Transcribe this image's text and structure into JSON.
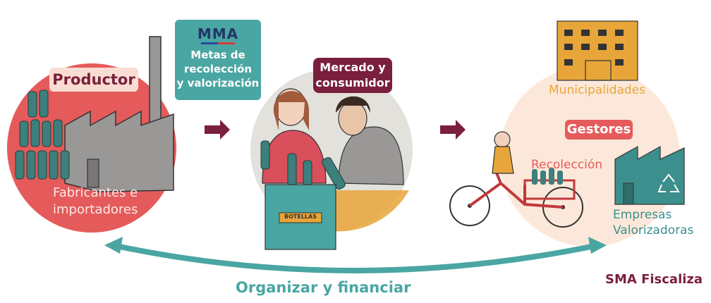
{
  "productor": {
    "title": "Productor",
    "subtitle_line1": "Fabricantes e",
    "subtitle_line2": "importadores"
  },
  "mma": {
    "logo": "MMA",
    "line1": "Metas de",
    "line2": "recolección",
    "line3": "y valorización"
  },
  "mercado": {
    "line1": "Mercado y",
    "line2": "consumidor",
    "box_label": "BOTELLAS"
  },
  "gestores": {
    "title": "Gestores",
    "municipalidades": "Municipalidades",
    "recoleccion": "Recolección",
    "empresas_line1": "Empresas",
    "empresas_line2": "Valorizadoras"
  },
  "footer": {
    "organizar": "Organizar y financiar",
    "sma": "SMA Fiscaliza"
  },
  "colors": {
    "productor_circle": "#e55b5b",
    "mercado_circle": "#e3e1dc",
    "gestores_circle": "#fce8da",
    "teal": "#4aa6a2",
    "maroon": "#7a1f3d",
    "orange": "#e8a63a"
  }
}
